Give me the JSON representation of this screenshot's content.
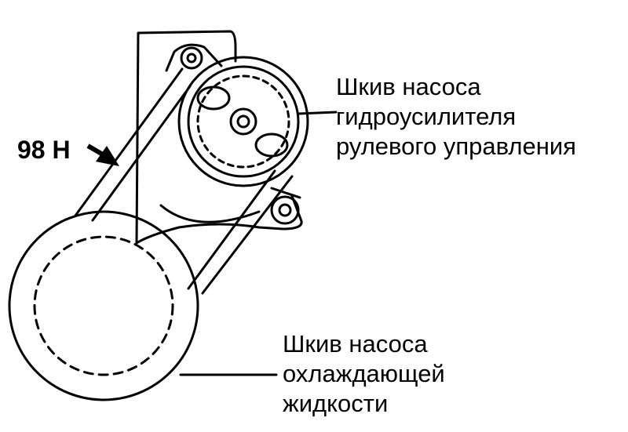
{
  "force_label": "98 Н",
  "power_steering_label": [
    "Шкив насоса",
    "гидроусилителя",
    "рулевого управления"
  ],
  "water_pump_label": [
    "Шкив насоса",
    "охлаждающей",
    "жидкости"
  ]
}
